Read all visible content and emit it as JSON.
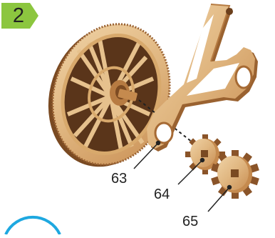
{
  "step": {
    "number": "2",
    "badge_color": "#8cc63f"
  },
  "parts": [
    {
      "number": "63",
      "name": "lever-arm"
    },
    {
      "number": "64",
      "name": "small-gear"
    },
    {
      "number": "65",
      "name": "large-gear"
    }
  ],
  "colors": {
    "wood_light": "#e8c89a",
    "wood_face": "#d9ad73",
    "wood_edge": "#a66a34",
    "wood_dark": "#6e4320",
    "leader": "#222222",
    "circle_hint": "#1ea8e0"
  }
}
